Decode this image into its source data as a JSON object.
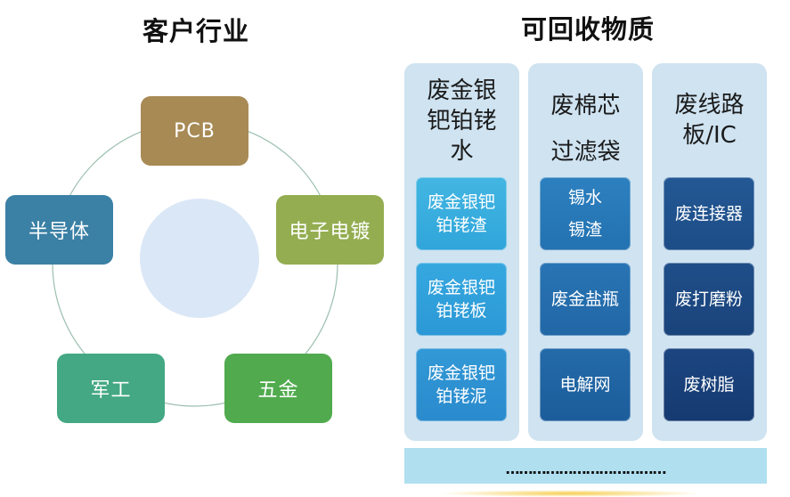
{
  "left_section": {
    "title": "客户行业",
    "nodes": [
      {
        "label": "PCB",
        "color": "#a88a55"
      },
      {
        "label": "电子电镀",
        "color": "#93ad50"
      },
      {
        "label": "五金",
        "color": "#51ab4e"
      },
      {
        "label": "军工",
        "color": "#43a883"
      },
      {
        "label": "半导体",
        "color": "#3b80a5"
      }
    ],
    "center_color": "#dae7f6"
  },
  "right_section": {
    "title": "可回收物质",
    "columns": [
      {
        "heading": "废金银\n钯铂铑\n水",
        "items": [
          "废金银钯\n铂铑渣",
          "废金银钯\n铂铑板",
          "废金银钯\n铂铑泥"
        ]
      },
      {
        "heading": "废棉芯\n过滤袋",
        "items": [
          "锡水\n锡渣",
          "废金盐瓶",
          "电解网"
        ]
      },
      {
        "heading": "废线路\n板/IC",
        "items": [
          "废连接器",
          "废打磨粉",
          "废树脂"
        ]
      }
    ],
    "more": "………………………………"
  }
}
